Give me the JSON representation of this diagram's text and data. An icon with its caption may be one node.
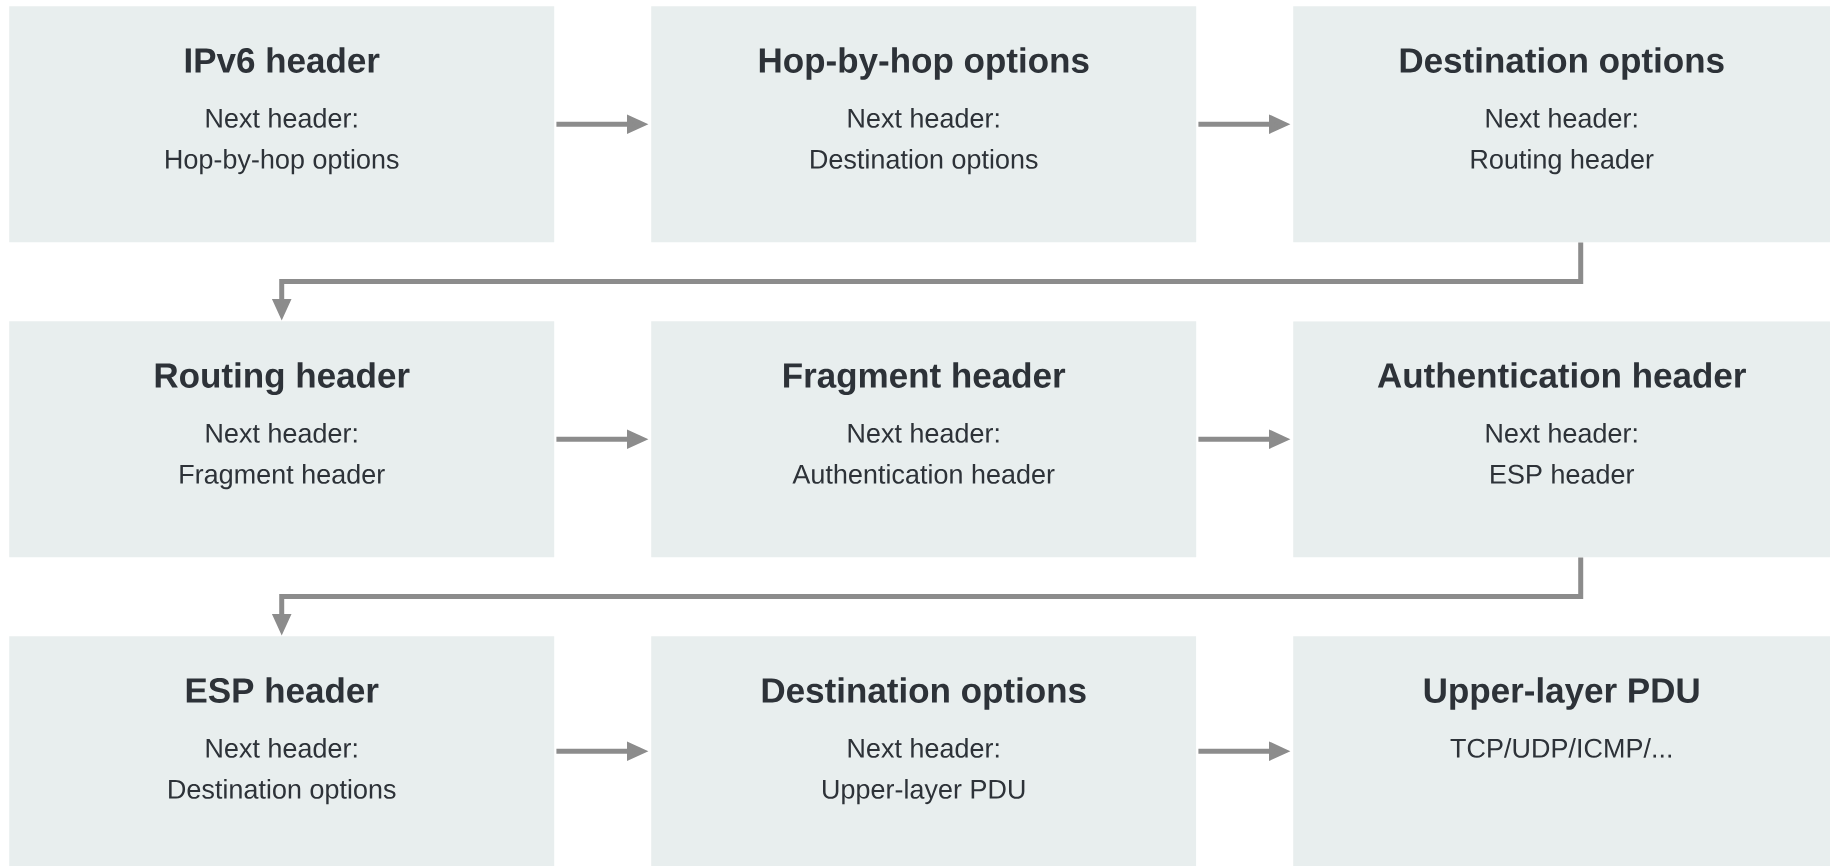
{
  "diagram": {
    "nodes": [
      {
        "text": [
          "IPv6 header",
          "Next header:",
          "Hop-by-hop options"
        ]
      },
      {
        "text": [
          "Hop-by-hop options",
          "Next header:",
          "Destination options"
        ]
      },
      {
        "text": [
          "Destination options",
          "Next header:",
          "Routing header"
        ]
      },
      {
        "text": [
          "Routing header",
          "Next header:",
          "Fragment header"
        ]
      },
      {
        "text": [
          "Fragment header",
          "Next header:",
          "Authentication header"
        ]
      },
      {
        "text": [
          "Authentication header",
          "Next header:",
          "ESP header"
        ]
      },
      {
        "text": [
          "ESP header",
          "Next header:",
          "Destination options"
        ]
      },
      {
        "text": [
          "Destination options",
          "Next header:",
          "Upper-layer PDU"
        ]
      },
      {
        "text": [
          "Upper-layer PDU",
          "TCP/UDP/ICMP/..."
        ]
      }
    ],
    "edges": [
      {
        "from": 0,
        "to": 1,
        "arrow": "to"
      },
      {
        "from": 1,
        "to": 2,
        "arrow": "to"
      },
      {
        "from": 2,
        "to": 3,
        "arrow": "to"
      },
      {
        "from": 3,
        "to": 4,
        "arrow": "to"
      },
      {
        "from": 4,
        "to": 5,
        "arrow": "to"
      },
      {
        "from": 5,
        "to": 6,
        "arrow": "to"
      },
      {
        "from": 6,
        "to": 7,
        "arrow": "to"
      },
      {
        "from": 7,
        "to": 8,
        "arrow": "to"
      }
    ]
  }
}
